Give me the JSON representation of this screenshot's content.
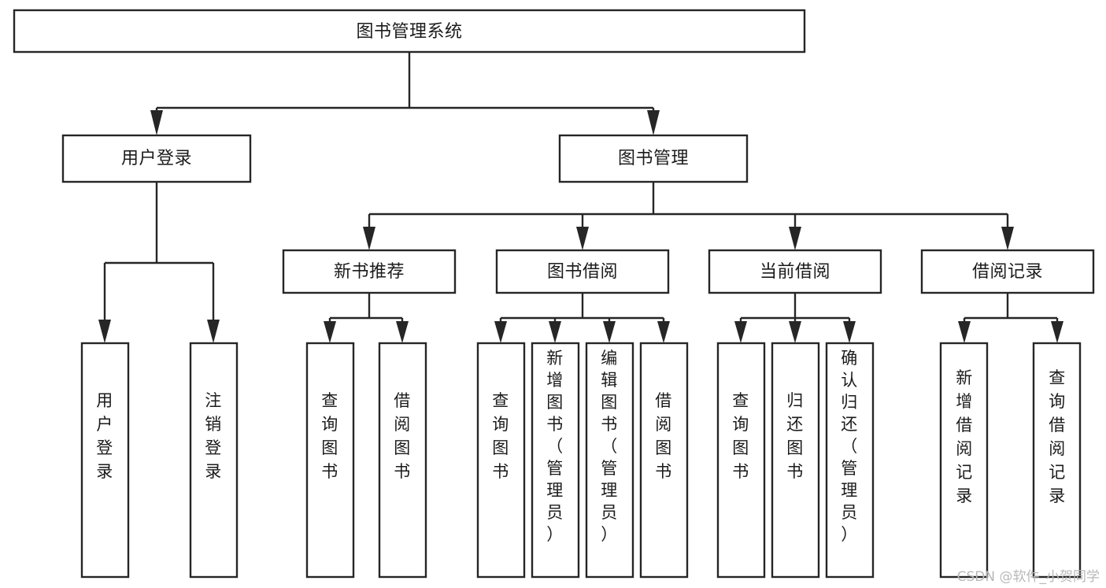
{
  "diagram": {
    "title": "图书管理系统",
    "type": "tree-hierarchy",
    "root": {
      "id": "root",
      "label": "图书管理系统",
      "orientation": "horizontal"
    },
    "level2": [
      {
        "id": "user-login",
        "label": "用户登录",
        "orientation": "horizontal"
      },
      {
        "id": "book-manage",
        "label": "图书管理",
        "orientation": "horizontal"
      }
    ],
    "level3": [
      {
        "id": "new-book-rec",
        "label": "新书推荐",
        "orientation": "horizontal",
        "parent": "book-manage"
      },
      {
        "id": "book-borrow",
        "label": "图书借阅",
        "orientation": "horizontal",
        "parent": "book-manage"
      },
      {
        "id": "current-borrow",
        "label": "当前借阅",
        "orientation": "horizontal",
        "parent": "book-manage"
      },
      {
        "id": "borrow-record",
        "label": "借阅记录",
        "orientation": "horizontal",
        "parent": "book-manage"
      }
    ],
    "leaves": [
      {
        "id": "leaf-user-login",
        "label": "用户登录",
        "orientation": "vertical",
        "parent": "user-login"
      },
      {
        "id": "leaf-logout-login",
        "label": "注销登录",
        "orientation": "vertical",
        "parent": "user-login"
      },
      {
        "id": "leaf-query-book-1",
        "label": "查询图书",
        "orientation": "vertical",
        "parent": "new-book-rec"
      },
      {
        "id": "leaf-borrow-book-1",
        "label": "借阅图书",
        "orientation": "vertical",
        "parent": "new-book-rec"
      },
      {
        "id": "leaf-query-book-2",
        "label": "查询图书",
        "orientation": "vertical",
        "parent": "book-borrow"
      },
      {
        "id": "leaf-add-book-admin",
        "label": "新增图书（管理员）",
        "orientation": "vertical",
        "parent": "book-borrow"
      },
      {
        "id": "leaf-edit-book-admin",
        "label": "编辑图书（管理员）",
        "orientation": "vertical",
        "parent": "book-borrow"
      },
      {
        "id": "leaf-borrow-book-2",
        "label": "借阅图书",
        "orientation": "vertical",
        "parent": "book-borrow"
      },
      {
        "id": "leaf-query-book-3",
        "label": "查询图书",
        "orientation": "vertical",
        "parent": "current-borrow"
      },
      {
        "id": "leaf-return-book",
        "label": "归还图书",
        "orientation": "vertical",
        "parent": "current-borrow"
      },
      {
        "id": "leaf-confirm-return-admin",
        "label": "确认归还（管理员）",
        "orientation": "vertical",
        "parent": "current-borrow"
      },
      {
        "id": "leaf-add-borrow-record",
        "label": "新增借阅记录",
        "orientation": "vertical",
        "parent": "borrow-record"
      },
      {
        "id": "leaf-query-borrow-record",
        "label": "查询借阅记录",
        "orientation": "vertical",
        "parent": "borrow-record"
      }
    ],
    "colors": {
      "stroke": "#262626",
      "fill": "#ffffff",
      "text": "#1b1b1b",
      "watermark": "#b8b8b8",
      "background": "#ffffff"
    }
  },
  "watermark": {
    "text": "CSDN @软件_小贺同学"
  }
}
